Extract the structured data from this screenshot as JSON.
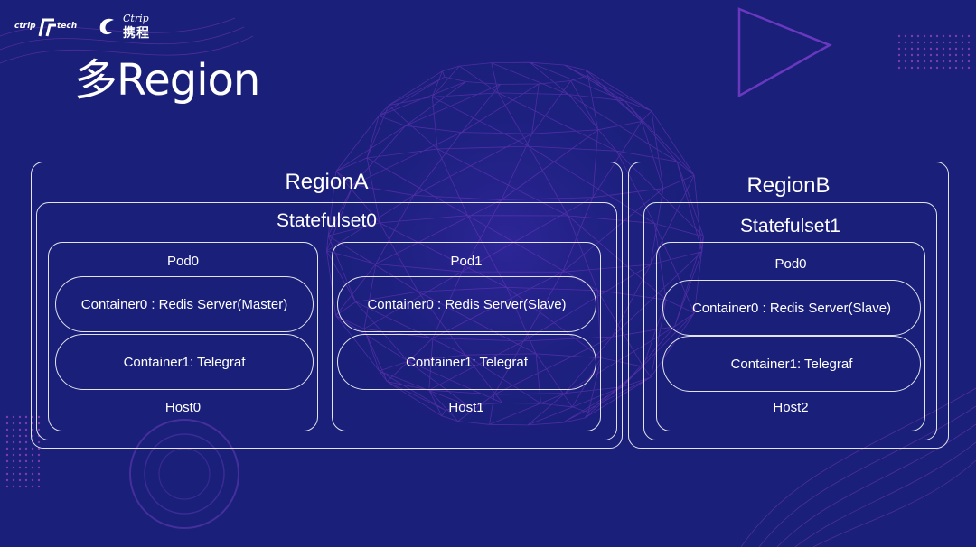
{
  "logos": {
    "tech_left": "ctrip",
    "tech_mark": "CT",
    "tech_right": "tech",
    "ctrip_en": "Ctrip",
    "ctrip_cn": "携程"
  },
  "title": "多Region",
  "regions": [
    {
      "label": "RegionA",
      "statefulset": "Statefulset0",
      "pods": [
        {
          "label": "Pod0",
          "container0": "Container0 : Redis Server(Master)",
          "container1": "Container1: Telegraf",
          "host": "Host0"
        },
        {
          "label": "Pod1",
          "container0": "Container0 : Redis Server(Slave)",
          "container1": "Container1: Telegraf",
          "host": "Host1"
        }
      ]
    },
    {
      "label": "RegionB",
      "statefulset": "Statefulset1",
      "pods": [
        {
          "label": "Pod0",
          "container0": "Container0 : Redis Server(Slave)",
          "container1": "Container1: Telegraf",
          "host": "Host2"
        }
      ]
    }
  ],
  "colors": {
    "background": "#1a1f7a",
    "accent_purple": "#8a3fd1",
    "accent_magenta": "#c04fd6",
    "box_stroke": "#ffffff"
  }
}
